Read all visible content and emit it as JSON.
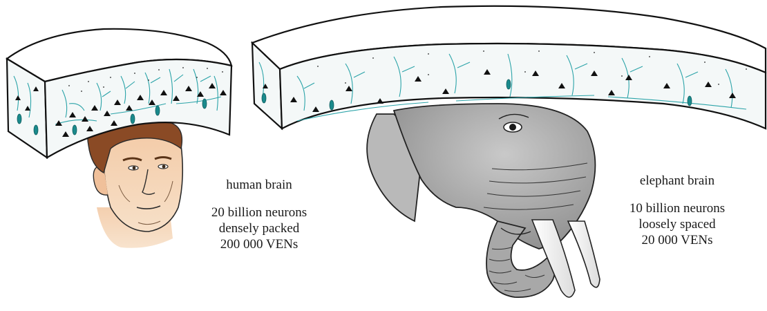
{
  "human": {
    "title": "human brain",
    "neurons": "20 billion neurons",
    "density": "densely packed",
    "vens": "200 000 VENs"
  },
  "elephant": {
    "title": "elephant brain",
    "neurons": "10 billion neurons",
    "density": "loosely spaced",
    "vens": "20 000 VENs"
  },
  "colors": {
    "neuron_marker": "#111111",
    "ven_marker": "#1a8a8c",
    "dendrite": "#2aa3a8",
    "skin": "#f1c9a5",
    "hair": "#8a4a25",
    "elephant_gray": "#a8a8a8"
  }
}
